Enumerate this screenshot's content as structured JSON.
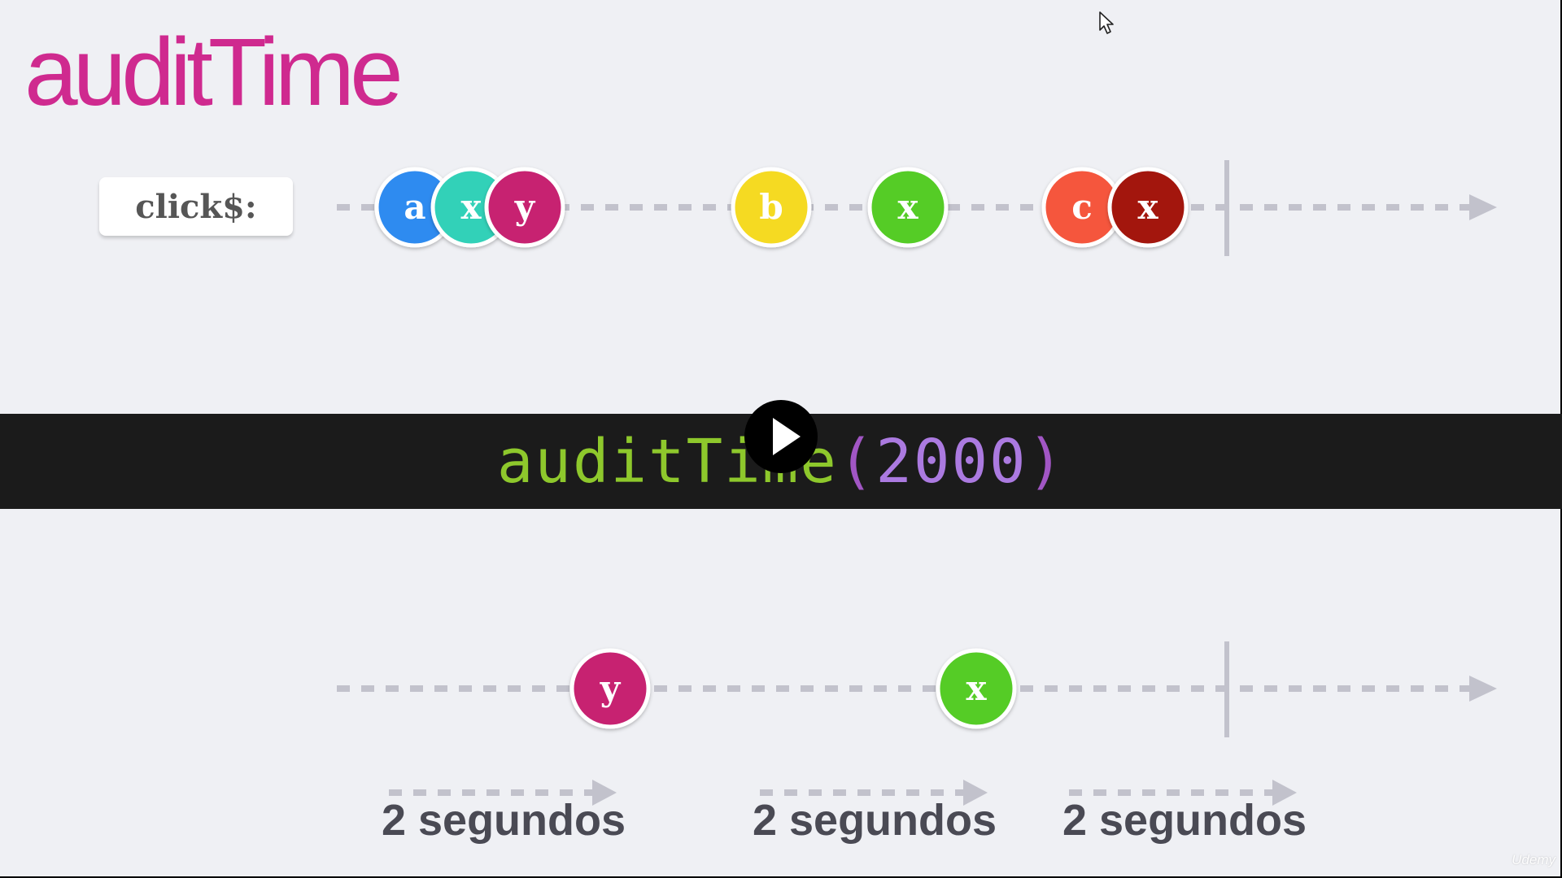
{
  "title": "auditTime",
  "source_label": "click$:",
  "operator": {
    "name": "auditTime",
    "open_paren": "(",
    "argument": "2000",
    "close_paren": ")"
  },
  "input_stream": [
    {
      "label": "a",
      "color": "#2e8bf0"
    },
    {
      "label": "x",
      "color": "#33d1b8"
    },
    {
      "label": "y",
      "color": "#c72071"
    },
    {
      "label": "b",
      "color": "#f5da24"
    },
    {
      "label": "x",
      "color": "#54cc28"
    },
    {
      "label": "c",
      "color": "#f5573c"
    },
    {
      "label": "x",
      "color": "#a31710"
    }
  ],
  "output_stream": [
    {
      "label": "y",
      "color": "#c72071"
    },
    {
      "label": "x",
      "color": "#54cc28"
    }
  ],
  "time_spans": [
    {
      "label": "2 segundos"
    },
    {
      "label": "2 segundos"
    },
    {
      "label": "2 segundos"
    }
  ],
  "watermark": "Udemy",
  "colors": {
    "background": "#eff0f4",
    "title": "#cf2a8f",
    "timeline": "#c2c2cc",
    "band": "#1b1b1b",
    "operator_name": "#8ec82c",
    "operator_paren": "#a156c4",
    "operator_argument": "#ab7ae0",
    "marble_text": "#ffffff"
  },
  "icons": {
    "play": "play-icon",
    "cursor": "mouse-pointer-icon"
  }
}
